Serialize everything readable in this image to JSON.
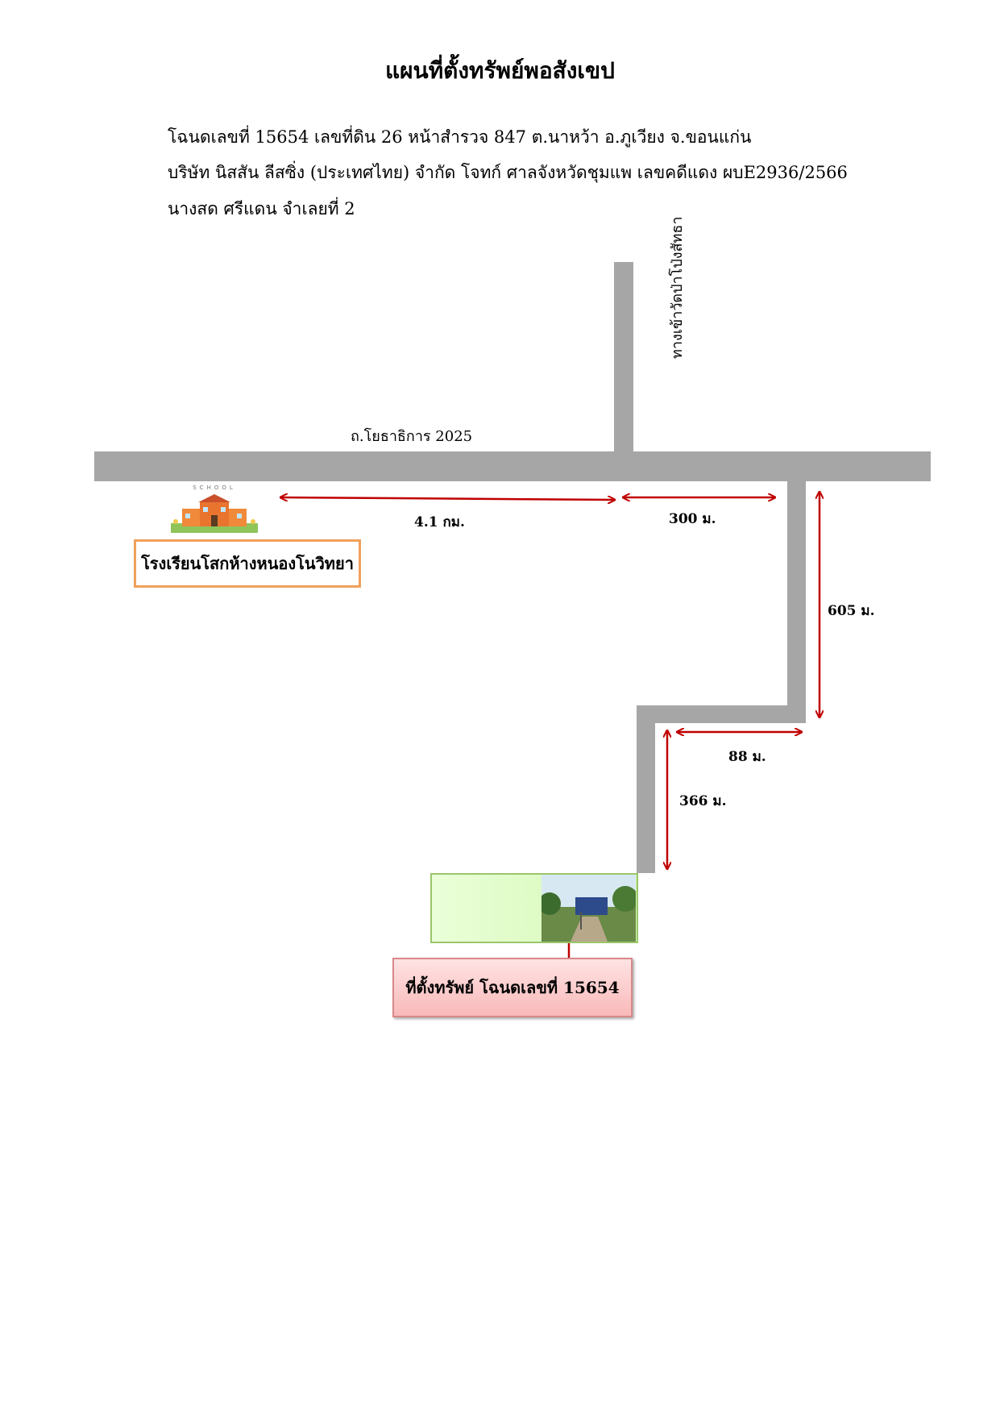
{
  "title": "แผนที่ตั้งทรัพย์พอสังเขป",
  "header_lines": [
    "โฉนดเลขที่ 15654 เลขที่ดิน 26 หน้าสำรวจ 847 ต.นาหว้า อ.ภูเวียง จ.ขอนแก่น",
    "บริษัท นิสสัน ลีสซิ่ง (ประเทศไทย) จำกัด โจทก์   ศาลจังหวัดชุมแพ  เลขคดีแดง ผบE2936/2566",
    "นางสด ศรีแดน จำเลยที่ 2"
  ],
  "roads": {
    "main_road_label": "ถ.โยธาธิการ 2025",
    "side_road_label": "ทางเข้าวัดป่าโป่งสัทธา"
  },
  "distances": {
    "school_to_junction": "4.1 กม.",
    "junction_to_turn": "300 ม.",
    "down_segment": "605 ม.",
    "jog_segment": "88 ม.",
    "last_segment": "366 ม."
  },
  "school": {
    "sign_text": "SCHOOL",
    "name": "โรงเรียนโสกห้างหนองโนวิทยา"
  },
  "site": {
    "label": "ที่ตั้งทรัพย์ โฉนดเลขที่ 15654"
  },
  "colors": {
    "road": "#a6a6a6",
    "arrow": "#c00000",
    "school_border": "#f0a05a",
    "site_fill": "#d4f7b4",
    "marker_fill": "#f9b9b9"
  }
}
